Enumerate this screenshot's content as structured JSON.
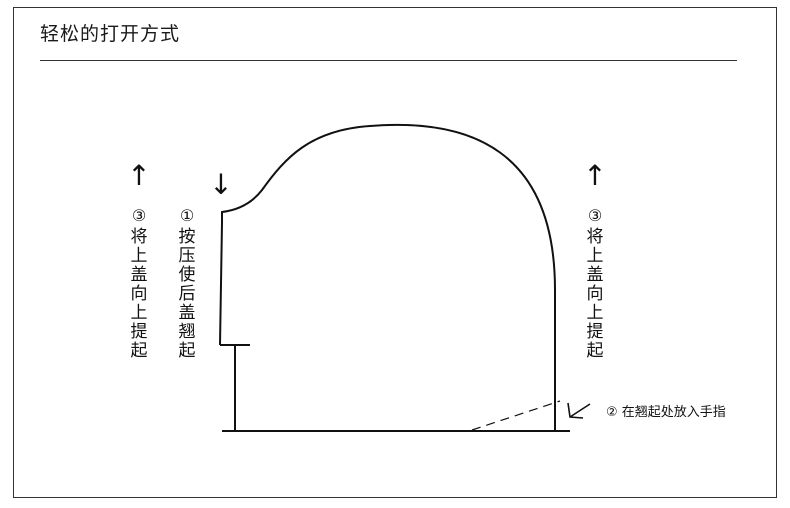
{
  "title": "轻松的打开方式",
  "labels": {
    "left_step3": {
      "num": "③",
      "text": "将上盖向上提起"
    },
    "left_step1": {
      "num": "①",
      "text": "按压使后盖翘起"
    },
    "right_step3": {
      "num": "③",
      "text": "将上盖向上提起"
    },
    "step2_note": "② 在翘起处放入手指"
  },
  "icons": {
    "left_up": "arrow-up-icon",
    "left_down": "arrow-down-icon",
    "right_up": "arrow-up-icon",
    "finger": "arrow-down-left-icon"
  }
}
